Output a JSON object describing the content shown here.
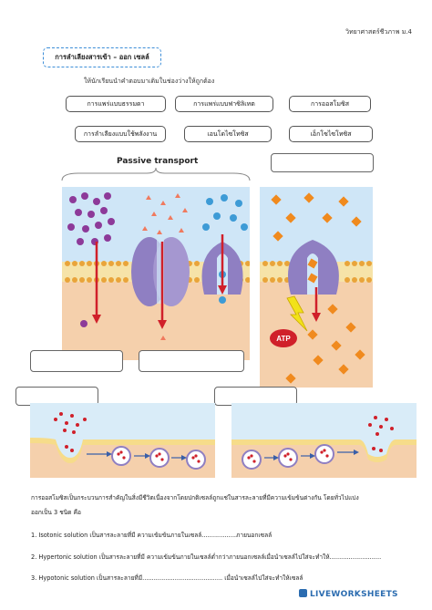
{
  "header": {
    "subject": "วิทยาศาสตร์ชีวภาพ ม.4"
  },
  "title": "การลำเลียงสารเข้า – ออก เซลล์",
  "instruction": "ให้นักเรียนนำคำตอบมาเติมในช่องว่างให้ถูกต้อง",
  "word_bank": [
    "การแพร่แบบธรรมดา",
    "การแพร่แบบฟาซิลิเทต",
    "การออสโมซิส",
    "การลำเลียงแบบใช้พลังงาน",
    "เอนโดไซโทซิส",
    "เอ็กโซไซโทซิส"
  ],
  "diagram": {
    "passive_label": "Passive transport",
    "atp_label": "ATP"
  },
  "paragraph": "การออสโมซิสเป็นกระบวนการสำคัญในสิ่งมีชีวิตเนื่องจากโดยปกติเซลล์ถูกแช่ในสารละลายที่มีความเข้มข้นต่างกัน โดยทั่วไปแบ่ง",
  "paragraph_end": "ออกเป็น 3 ชนิด คือ",
  "items": [
    "1. Isotonic solution เป็นสารละลายที่มี ความเข้มข้นภายในเซลล์..................ภายนอกเซลล์",
    "2. Hypertonic solution เป็นสารละลายที่มี ความเข้มข้นภายในเซลล์ต่ำกว่าภายนอกเซลล์เมื่อนำเซลล์ไปใส่จะทำให้...........................",
    "3. Hypotonic solution เป็นสารละลายที่มี.......................................... เมื่อนำเซลล์ไปใส่จะทำให้เซลล์"
  ],
  "footer": {
    "brand": "LIVEWORKSHEETS"
  },
  "colors": {
    "accent": "#3d8ed8",
    "cell_fill": "#f5d0ac",
    "fluid_fill": "#cfe6f7",
    "arrow": "#d0202a"
  }
}
